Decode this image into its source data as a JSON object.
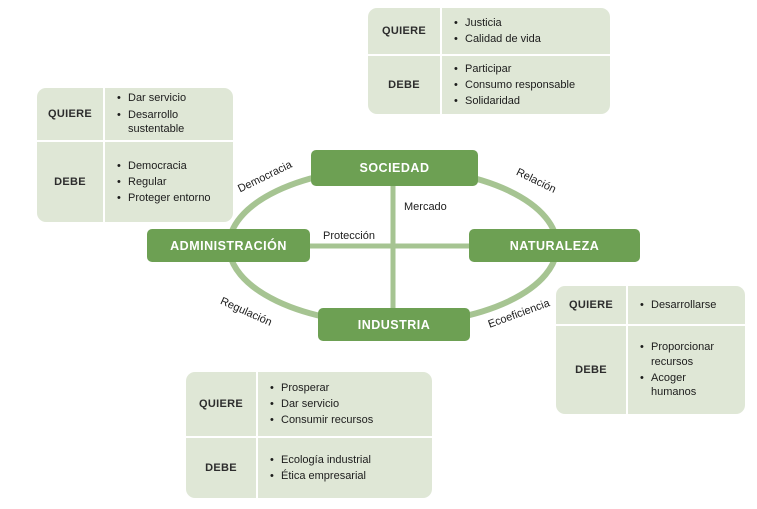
{
  "colors": {
    "node_green": "#6da053",
    "line_green": "#a6c492",
    "table_bg": "#dfe7d6"
  },
  "nodes": {
    "sociedad": "SOCIEDAD",
    "administracion": "ADMINISTRACIÓN",
    "naturaleza": "NATURALEZA",
    "industria": "INDUSTRIA"
  },
  "edges": {
    "democracia": "Democracia",
    "relacion": "Relación",
    "mercado": "Mercado",
    "proteccion": "Protección",
    "regulacion": "Regulación",
    "ecoeficiencia": "Ecoeficiencia"
  },
  "tables": {
    "sociedad": {
      "rows": [
        {
          "label": "QUIERE",
          "items": [
            "Justicia",
            "Calidad de vida"
          ]
        },
        {
          "label": "DEBE",
          "items": [
            "Participar",
            "Consumo responsable",
            "Solidaridad"
          ]
        }
      ]
    },
    "administracion": {
      "rows": [
        {
          "label": "QUIERE",
          "items": [
            "Dar servicio",
            "Desarrollo sustentable"
          ]
        },
        {
          "label": "DEBE",
          "items": [
            "Democracia",
            "Regular",
            "Proteger entorno"
          ]
        }
      ]
    },
    "naturaleza": {
      "rows": [
        {
          "label": "QUIERE",
          "items": [
            "Desarrollarse"
          ]
        },
        {
          "label": "DEBE",
          "items": [
            "Proporcionar recursos",
            "Acoger humanos"
          ]
        }
      ]
    },
    "industria": {
      "rows": [
        {
          "label": "QUIERE",
          "items": [
            "Prosperar",
            "Dar servicio",
            "Consumir recursos"
          ]
        },
        {
          "label": "DEBE",
          "items": [
            "Ecología industrial",
            "Ética empresarial"
          ]
        }
      ]
    }
  }
}
